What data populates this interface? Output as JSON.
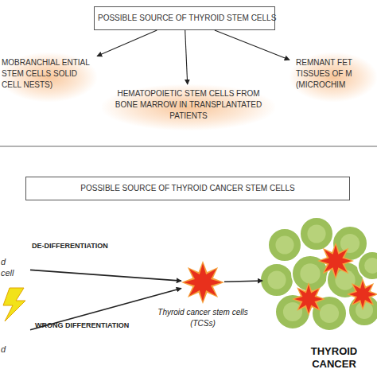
{
  "diagram": {
    "nodes": [
      {
        "text": [
          "POSSIBLE SOURCE OF THYROID STEM CELLS"
        ]
      },
      {
        "text": [
          "MOBRANCHIAL ENTIAL STEM CELLS SOLID CELL NESTS)"
        ]
      },
      {
        "text": [
          "HEMATOPOIETIC STEM CELLS FROM BONE MARROW IN TRANSPLANTATED PATIENTS"
        ]
      },
      {
        "text": [
          "REMNANT FET TISSUES OF M (MICROCHIM"
        ]
      },
      {
        "text": [
          "POSSIBLE SOURCE OF THYROID CANCER STEM CELLS"
        ]
      },
      {
        "text": [
          "d cell"
        ]
      },
      {
        "text": [
          "d"
        ]
      },
      {
        "text": [
          "Thyroid cancer stem cells (TCSs)"
        ]
      },
      {
        "text": [
          "THYROID CANCER"
        ]
      }
    ],
    "edges": [
      {
        "from": 0,
        "to": 1,
        "arrow": "to"
      },
      {
        "from": 0,
        "to": 2,
        "arrow": "to"
      },
      {
        "from": 0,
        "to": 3,
        "arrow": "to"
      },
      {
        "from": 5,
        "to": 7,
        "label": "DE-DIFFERENTIATION",
        "arrow": "to"
      },
      {
        "from": 6,
        "to": 7,
        "label": "WRONG DIFFERENTIATION",
        "arrow": "to"
      },
      {
        "from": 7,
        "to": 8,
        "arrow": "to"
      }
    ]
  }
}
